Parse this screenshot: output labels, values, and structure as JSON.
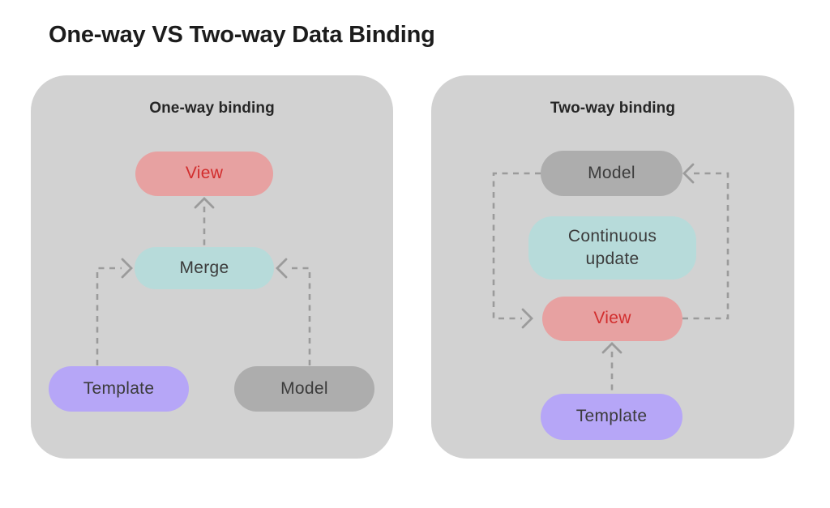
{
  "title": "One-way VS Two-way Data Binding",
  "colors": {
    "page_bg": "#ffffff",
    "panel_bg": "#d2d2d2",
    "heading_text": "#1c1c1c",
    "node_text": "#3b3b3b",
    "view_bg": "#e7a1a1",
    "view_text": "#d22d2d",
    "teal_bg": "#b7dbda",
    "purple_bg": "#b6a6f7",
    "gray_bg": "#adadad",
    "arrow": "#9b9b9b"
  },
  "panels": [
    {
      "title": "One-way binding",
      "nodes": [
        {
          "label": "View",
          "color": "#e7a1a1"
        },
        {
          "label": "Merge",
          "color": "#b7dbda"
        },
        {
          "label": "Template",
          "color": "#b6a6f7"
        },
        {
          "label": "Model",
          "color": "#adadad"
        }
      ],
      "arrows": [
        {
          "from": "Template",
          "to": "Merge",
          "style": "dashed"
        },
        {
          "from": "Model",
          "to": "Merge",
          "style": "dashed"
        },
        {
          "from": "Merge",
          "to": "View",
          "style": "dashed"
        }
      ]
    },
    {
      "title": "Two-way binding",
      "nodes": [
        {
          "label": "Model",
          "color": "#adadad"
        },
        {
          "label": "Continuous update",
          "color": "#b7dbda"
        },
        {
          "label": "View",
          "color": "#e7a1a1"
        },
        {
          "label": "Template",
          "color": "#b6a6f7"
        }
      ],
      "arrows": [
        {
          "from": "Model",
          "to": "View",
          "style": "dashed"
        },
        {
          "from": "View",
          "to": "Model",
          "style": "dashed"
        },
        {
          "from": "Template",
          "to": "View",
          "style": "dashed"
        }
      ]
    }
  ]
}
